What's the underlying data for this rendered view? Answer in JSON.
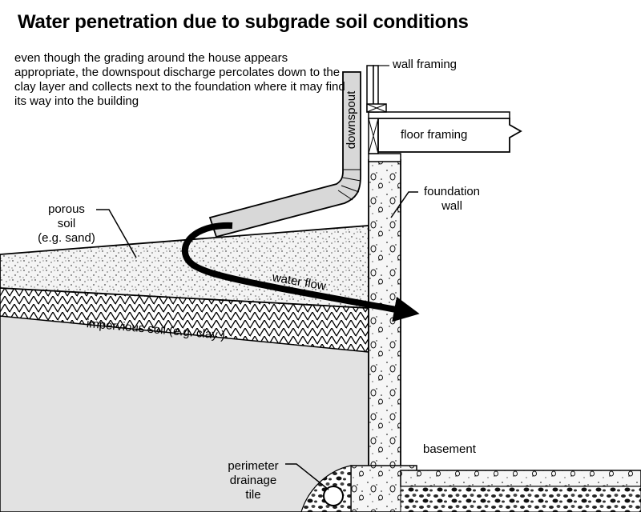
{
  "title": "Water penetration due to subgrade soil conditions",
  "caption": "even though the grading around the house appears appropriate, the downspout discharge percolates down to the clay layer and collects next to the foundation where it may find its way into the building",
  "labels": {
    "wall_framing": "wall framing",
    "floor_framing": "floor framing",
    "downspout": "downspout",
    "foundation_wall_line1": "foundation",
    "foundation_wall_line2": "wall",
    "porous_soil_line1": "porous",
    "porous_soil_line2": "soil",
    "porous_soil_line3": "(e.g. sand)",
    "water_flow": "water flow",
    "impervious_soil": "impervious soil (e.g. clay )",
    "basement": "basement",
    "drainage_line1": "perimeter",
    "drainage_line2": "drainage",
    "drainage_line3": "tile"
  },
  "colors": {
    "line": "#000000",
    "clay_fill": "#e2e2e2",
    "sand_fill": "#f4f4f4",
    "downspout_fill": "#d8d8d8",
    "background": "#ffffff"
  }
}
